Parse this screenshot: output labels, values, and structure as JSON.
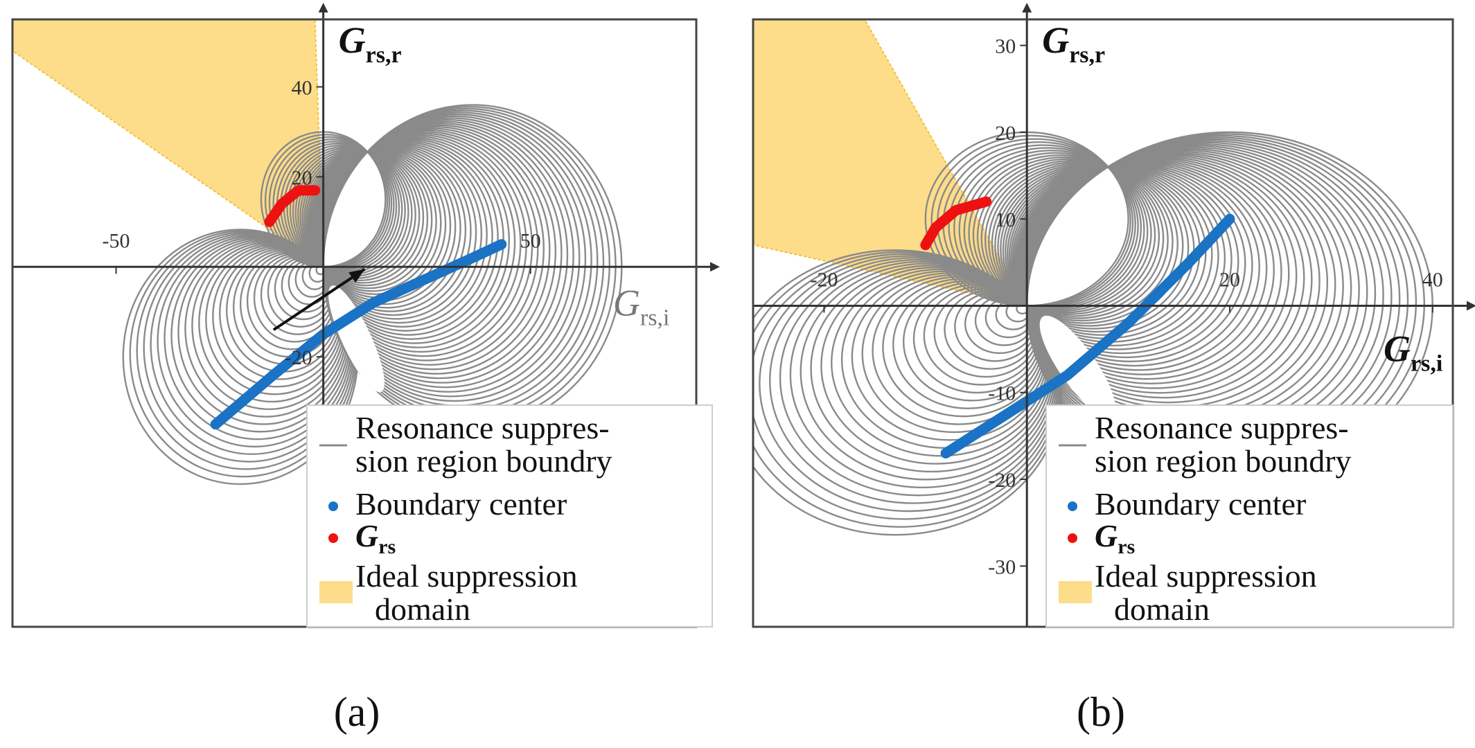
{
  "chart_data": [
    {
      "panel_label": "(a)",
      "type": "scatter",
      "title": "",
      "xlabel": "G_rs,i",
      "ylabel": "G_rs,r",
      "xlabel_parts": {
        "main": "G",
        "sub": "rs,i",
        "style": "plain"
      },
      "ylabel_parts": {
        "main": "G",
        "sub": "rs,r",
        "style": "bold"
      },
      "xlim": [
        -75,
        90
      ],
      "ylim": [
        -80,
        55
      ],
      "x_ticks": [
        {
          "value": -50,
          "label": "-50"
        },
        {
          "value": 50,
          "label": "50"
        }
      ],
      "y_ticks": [
        {
          "value": 40,
          "label": "40"
        },
        {
          "value": 20,
          "label": "20"
        },
        {
          "value": -20,
          "label": "-20"
        }
      ],
      "ideal_domain_polygon": [
        [
          -75,
          48
        ],
        [
          -75,
          55
        ],
        [
          -2,
          55
        ],
        [
          0,
          0
        ]
      ],
      "lower_circles": {
        "center_start": [
          -20,
          -20
        ],
        "center_end": [
          0,
          0
        ],
        "count": 30,
        "through_origin": true
      },
      "upper_circles": {
        "center_start": [
          0,
          15
        ],
        "center_end": [
          36,
          0
        ],
        "count": 50,
        "through_origin": true
      },
      "boundary_center": [
        [
          -26,
          -35
        ],
        [
          -12,
          -24
        ],
        [
          0,
          -15
        ],
        [
          12,
          -8
        ],
        [
          24,
          -3
        ],
        [
          36,
          2
        ],
        [
          43,
          5
        ]
      ],
      "g_rs_path": [
        [
          -13,
          10
        ],
        [
          -10,
          14
        ],
        [
          -6,
          17
        ],
        [
          -2,
          17
        ]
      ],
      "arrow": {
        "from": [
          -12,
          -14
        ],
        "to": [
          10,
          -0.5
        ]
      },
      "hole": {
        "center": [
          8,
          -16
        ],
        "rx": 3.5,
        "ry": 13,
        "rotation_deg": -25
      },
      "legend": {
        "items": [
          {
            "kind": "line",
            "text_lines": [
              "Resonance suppres-",
              "sion region boundry"
            ]
          },
          {
            "kind": "dot_blue",
            "text_lines": [
              "Boundary center"
            ]
          },
          {
            "kind": "dot_red",
            "label_main": "G",
            "label_sub": "rs"
          },
          {
            "kind": "patch",
            "text_lines": [
              "Ideal suppression",
              "domain"
            ]
          }
        ]
      }
    },
    {
      "panel_label": "(b)",
      "type": "scatter",
      "title": "",
      "xlabel": "G_rs,i",
      "ylabel": "G_rs,r",
      "xlabel_parts": {
        "main": "G",
        "sub": "rs,i",
        "style": "bold"
      },
      "ylabel_parts": {
        "main": "G",
        "sub": "rs,r",
        "style": "bold"
      },
      "xlim": [
        -27,
        42
      ],
      "ylim": [
        -37,
        33
      ],
      "x_ticks": [
        {
          "value": -20,
          "label": "-20"
        },
        {
          "value": 20,
          "label": "20"
        },
        {
          "value": 40,
          "label": "40"
        }
      ],
      "y_ticks": [
        {
          "value": 30,
          "label": "30"
        },
        {
          "value": 20,
          "label": "20"
        },
        {
          "value": 10,
          "label": "10"
        },
        {
          "value": -10,
          "label": "-10"
        },
        {
          "value": -20,
          "label": "-20"
        },
        {
          "value": -30,
          "label": "-30"
        }
      ],
      "ideal_domain_polygon": [
        [
          -27,
          7
        ],
        [
          -27,
          33
        ],
        [
          -16,
          33
        ],
        [
          0,
          0
        ]
      ],
      "lower_circles": {
        "center_start": [
          -13,
          -10
        ],
        "center_end": [
          0,
          0
        ],
        "count": 30,
        "through_origin": true
      },
      "upper_circles": {
        "center_start": [
          0,
          10
        ],
        "center_end": [
          20,
          0
        ],
        "count": 50,
        "through_origin": true
      },
      "boundary_center": [
        [
          -8,
          -17
        ],
        [
          0,
          -11
        ],
        [
          4,
          -8
        ],
        [
          10,
          -2
        ],
        [
          16,
          5
        ],
        [
          20,
          10
        ]
      ],
      "g_rs_path": [
        [
          -10,
          7
        ],
        [
          -9,
          9
        ],
        [
          -7,
          11
        ],
        [
          -4,
          12
        ]
      ],
      "hole": {
        "center": [
          5,
          -7
        ],
        "rx": 1.8,
        "ry": 7,
        "rotation_deg": -35
      },
      "legend": {
        "items": [
          {
            "kind": "line",
            "text_lines": [
              "Resonance suppres-",
              "sion region boundry"
            ]
          },
          {
            "kind": "dot_blue",
            "text_lines": [
              "Boundary center"
            ]
          },
          {
            "kind": "dot_red",
            "label_main": "G",
            "label_sub": "rs"
          },
          {
            "kind": "patch",
            "text_lines": [
              "Ideal suppression",
              "domain"
            ]
          }
        ]
      }
    }
  ],
  "colors": {
    "circle_stroke": "#8a8a8a",
    "ideal_domain_fill": "#fddc8a",
    "ideal_domain_edge": "#f2c13a",
    "boundary_center": "#1a73c4",
    "g_rs": "#ee1111",
    "axis": "#333333",
    "frame": "#444444"
  }
}
